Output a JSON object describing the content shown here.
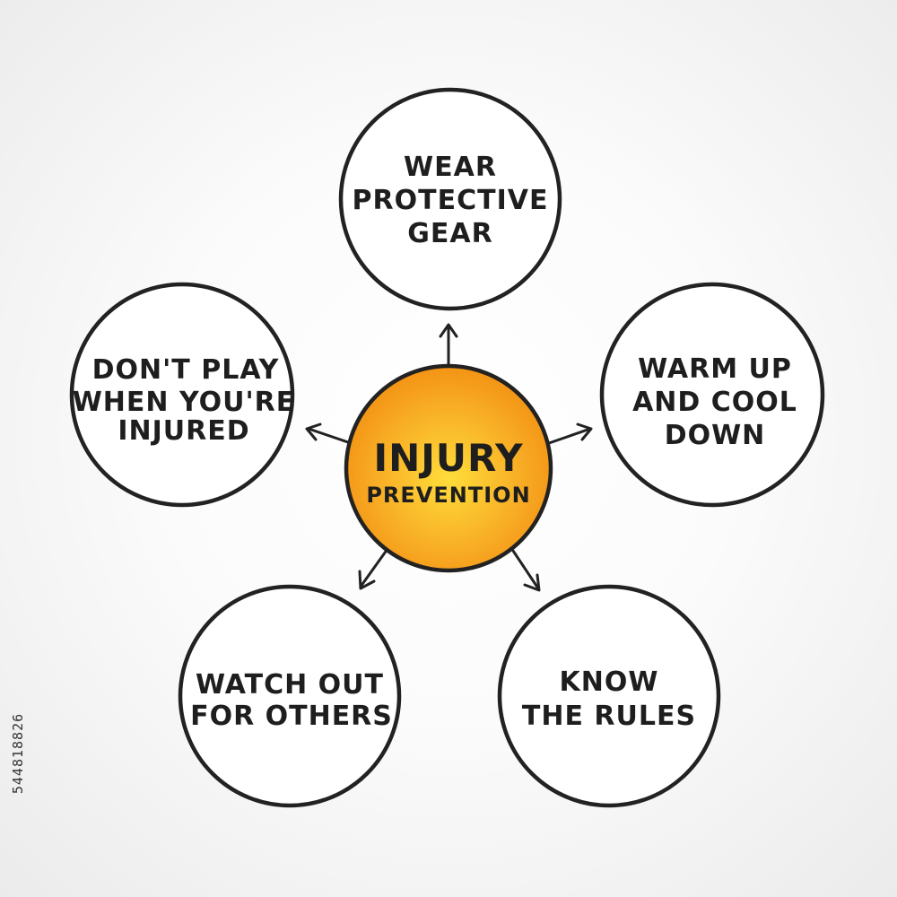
{
  "center": {
    "title": "INJURY",
    "subtitle": "PREVENTION"
  },
  "nodes": [
    {
      "id": "top",
      "lines": [
        "WEAR",
        "PROTECTIVE",
        "GEAR"
      ]
    },
    {
      "id": "right",
      "lines": [
        "WARM UP",
        "AND COOL",
        "DOWN"
      ]
    },
    {
      "id": "bottom-right",
      "lines": [
        "KNOW",
        "THE RULES"
      ]
    },
    {
      "id": "bottom-left",
      "lines": [
        "WATCH OUT",
        "FOR OTHERS"
      ]
    },
    {
      "id": "left",
      "lines": [
        "DON'T PLAY",
        "WHEN YOU'RE",
        "INJURED"
      ]
    }
  ],
  "watermark": {
    "stock_id": "544818826"
  },
  "colors": {
    "center_fill_inner": "#ffdd3a",
    "center_fill_outer": "#f28c0f",
    "stroke": "#222222",
    "node_fill": "#ffffff",
    "text": "#1e1e1e"
  }
}
